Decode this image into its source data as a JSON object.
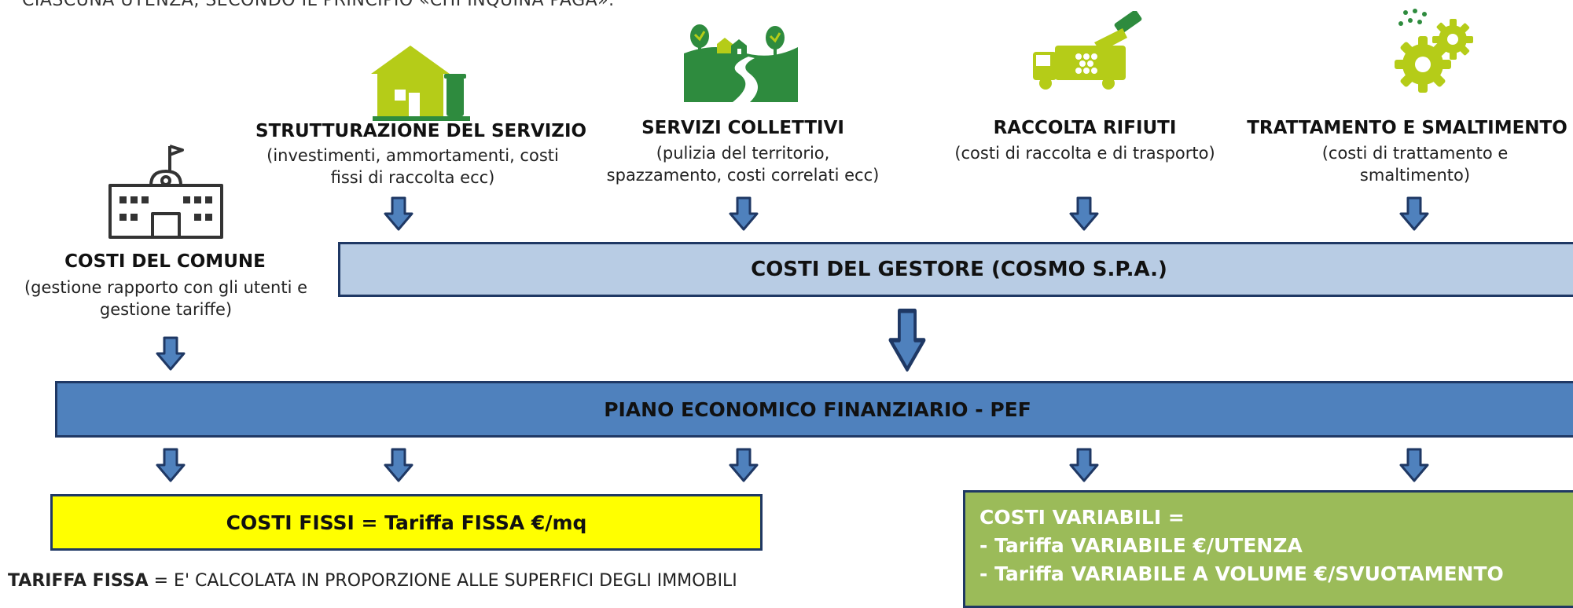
{
  "top_text": "CIASCUNA UTENZA, SECONDO IL PRINCIPIO «CHI INQUINA PAGA».",
  "sections": {
    "strutturazione": {
      "title": "STRUTTURAZIONE DEL SERVIZIO",
      "desc_1": "(investimenti, ammortamenti, costi",
      "desc_2": "fissi di raccolta ecc)"
    },
    "servizi": {
      "title": "SERVIZI COLLETTIVI",
      "desc_1": "(pulizia del territorio,",
      "desc_2": "spazzamento, costi correlati ecc)"
    },
    "raccolta": {
      "title": "RACCOLTA RIFIUTI",
      "desc_1": "(costi di raccolta e di trasporto)"
    },
    "trattamento": {
      "title": "TRATTAMENTO E SMALTIMENTO",
      "desc_1": "(costi di trattamento e",
      "desc_2": "smaltimento)"
    },
    "comune": {
      "title": "COSTI DEL COMUNE",
      "desc_1": "(gestione rapporto con gli utenti e",
      "desc_2": "gestione tariffe)"
    }
  },
  "boxes": {
    "gestore": "COSTI DEL GESTORE (COSMO S.P.A.)",
    "pef": "PIANO ECONOMICO FINANZIARIO - PEF",
    "fissi": "COSTI FISSI = Tariffa FISSA €/mq",
    "variabili": {
      "line_1": "COSTI VARIABILI =",
      "line_2": "- Tariffa VARIABILE €/UTENZA",
      "line_3": "- Tariffa VARIABILE A VOLUME €/SVUOTAMENTO"
    }
  },
  "bottom_text": {
    "bold": "TARIFFA FISSA",
    "rest": " = E' CALCOLATA IN PROPORZIONE ALLE SUPERFICI DEGLI IMMOBILI"
  },
  "colors": {
    "icon_green": "#b5cc18",
    "dark_green": "#2e8b3e",
    "arrow_blue": "#4f81bd",
    "arrow_border": "#1f3864",
    "gestore_fill": "#b8cce4",
    "pef_fill": "#4f81bd",
    "fissi_fill": "#ffff00",
    "variabili_fill": "#9bbb59"
  },
  "icons": [
    "house-bin-icon",
    "landscape-road-icon",
    "garbage-truck-icon",
    "gears-icon",
    "town-hall-icon",
    "down-arrow-icon"
  ]
}
